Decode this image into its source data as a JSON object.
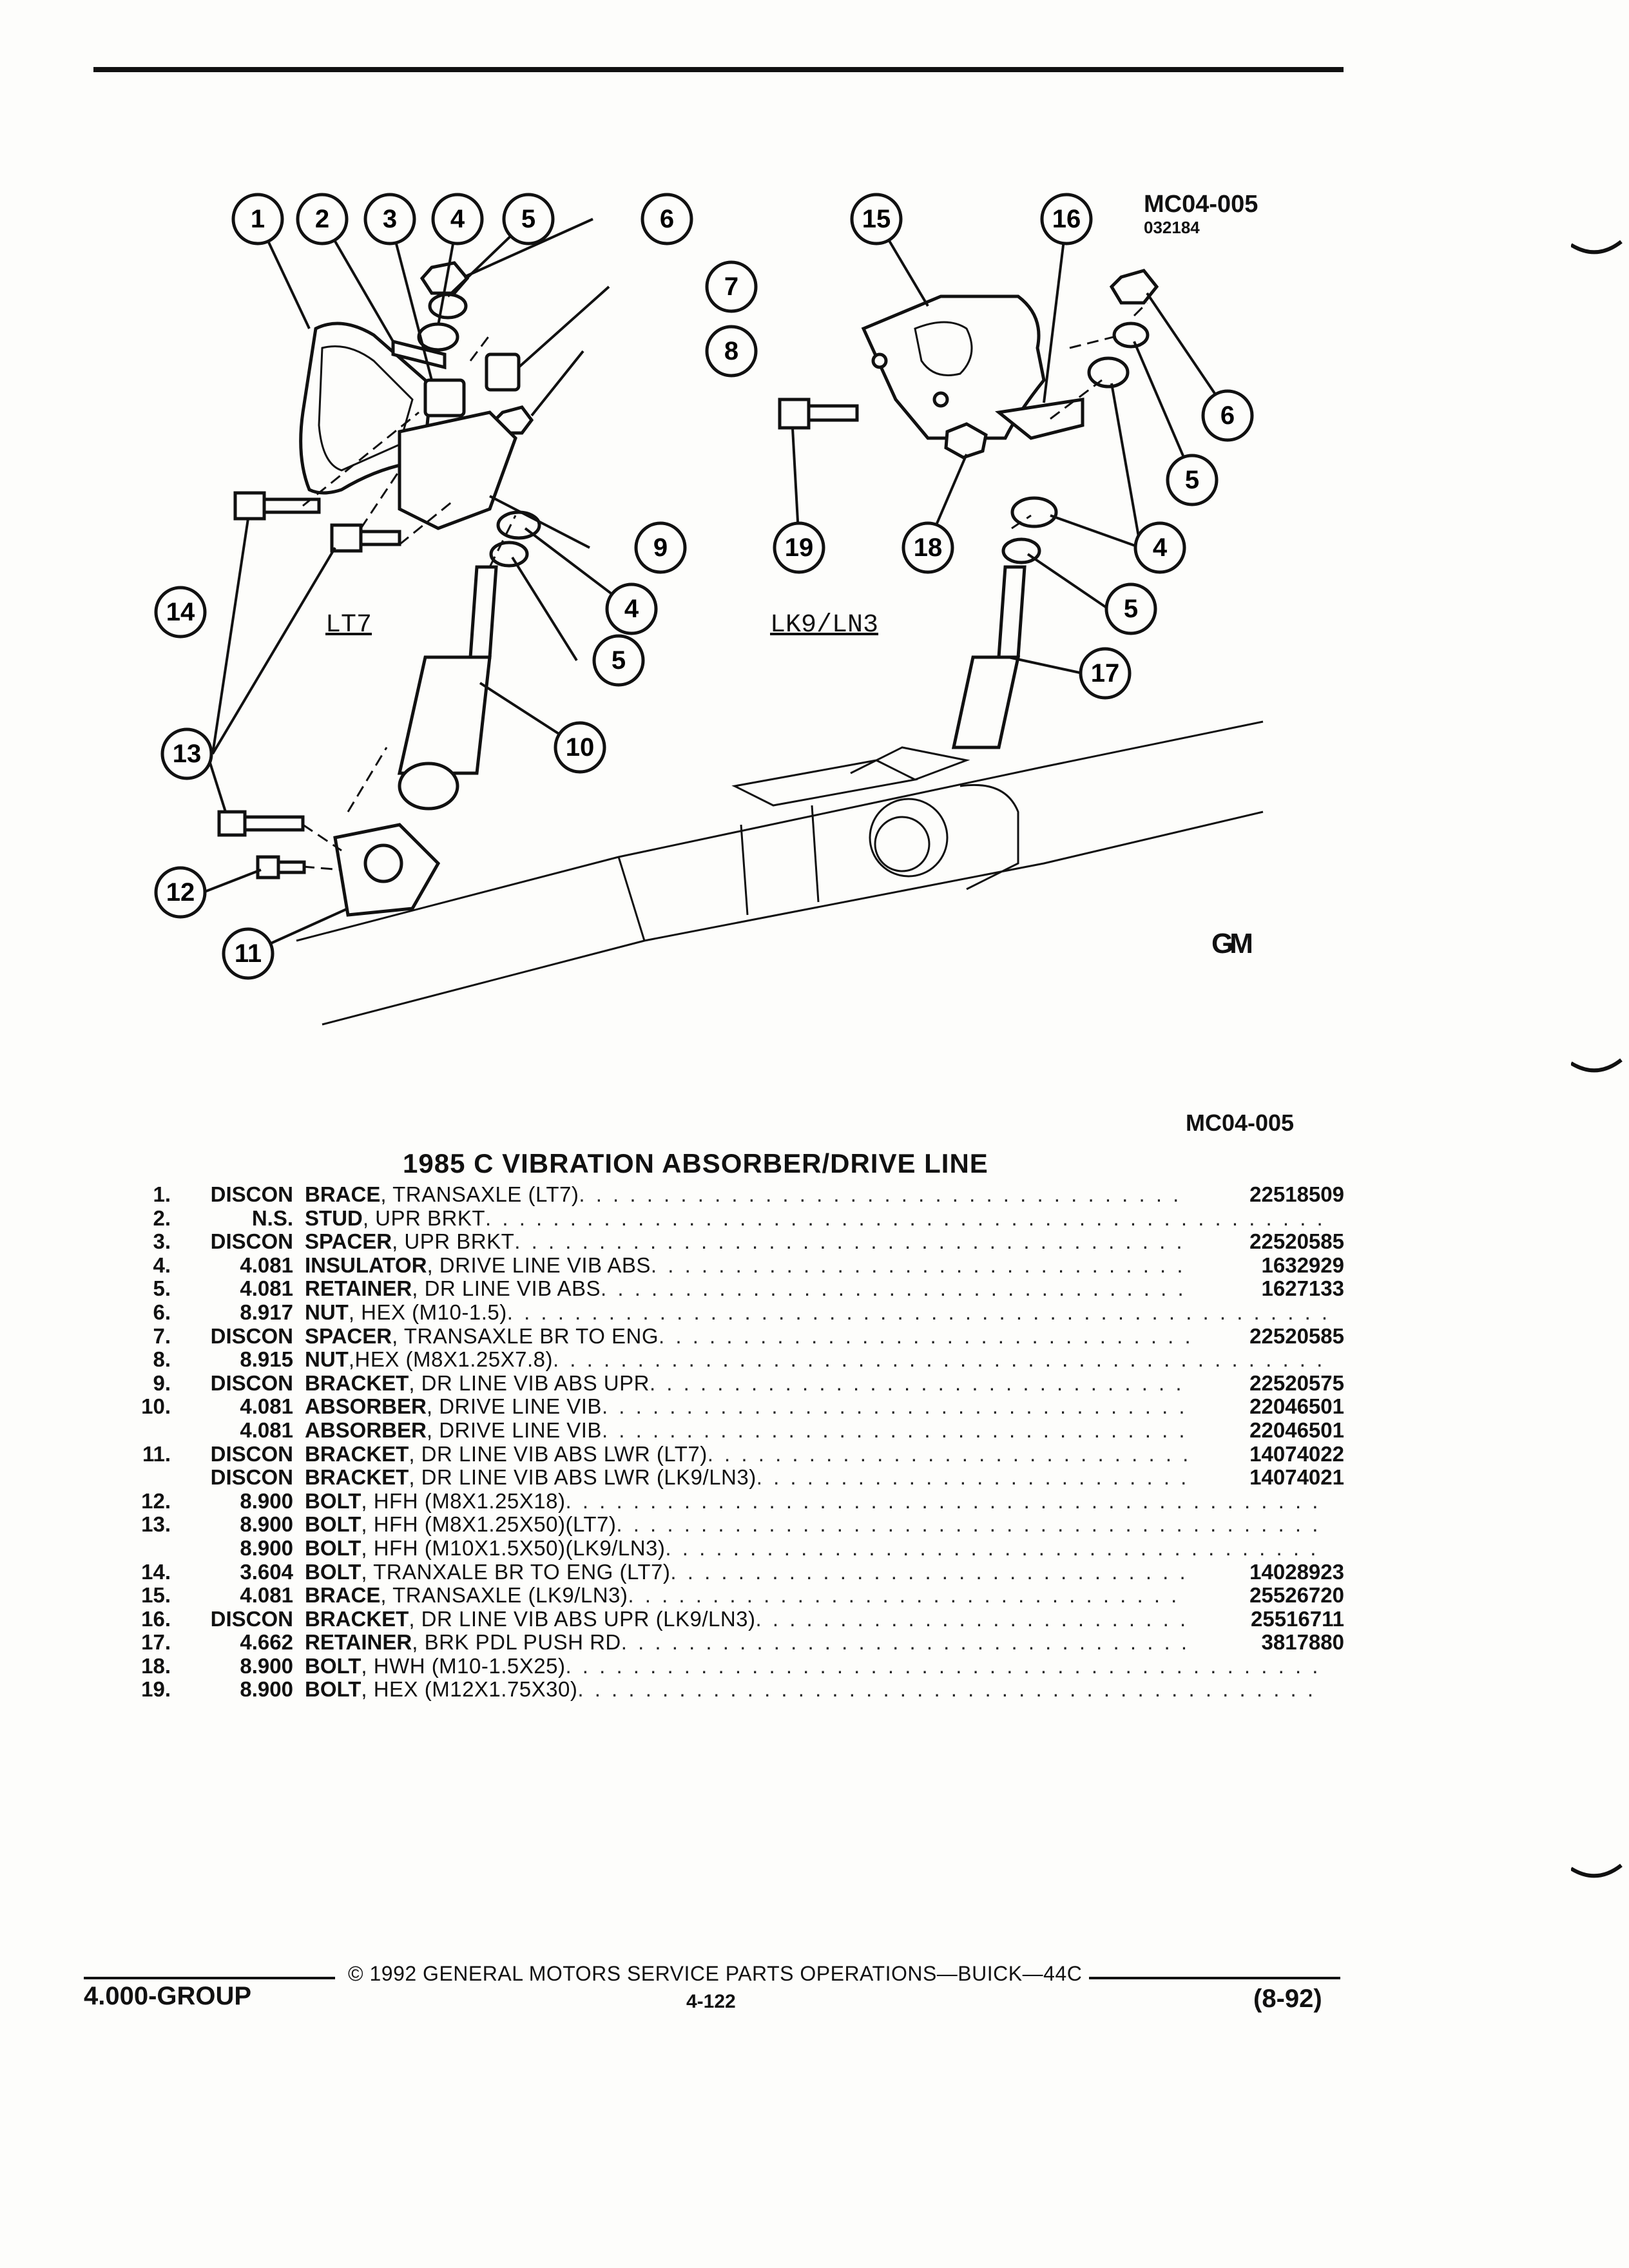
{
  "figure": {
    "code_top": "MC04-005",
    "code_sub": "032184",
    "code_bottom": "MC04-005",
    "logo": "GM",
    "label_lt7": "LT7",
    "label_lk9": "LK9/LN3",
    "callouts": [
      "1",
      "2",
      "3",
      "4",
      "5",
      "6",
      "7",
      "8",
      "9",
      "10",
      "11",
      "12",
      "13",
      "14",
      "15",
      "16",
      "17",
      "18",
      "19"
    ]
  },
  "title": "1985 C VIBRATION ABSORBER/DRIVE LINE",
  "parts": [
    {
      "idx": "1.",
      "code": "DISCON",
      "term": "BRACE",
      "rest": ", TRANSAXLE (LT7)",
      "part_no": "22518509"
    },
    {
      "idx": "2.",
      "code": "N.S.",
      "term": "STUD",
      "rest": ", UPR BRKT",
      "part_no": ""
    },
    {
      "idx": "3.",
      "code": "DISCON",
      "term": "SPACER",
      "rest": ", UPR BRKT",
      "part_no": "22520585"
    },
    {
      "idx": "4.",
      "code": "4.081",
      "term": "INSULATOR",
      "rest": ", DRIVE LINE VIB ABS",
      "part_no": "1632929"
    },
    {
      "idx": "5.",
      "code": "4.081",
      "term": "RETAINER",
      "rest": ", DR LINE VIB ABS",
      "part_no": "1627133"
    },
    {
      "idx": "6.",
      "code": "8.917",
      "term": "NUT",
      "rest": ", HEX (M10-1.5)",
      "part_no": ""
    },
    {
      "idx": "7.",
      "code": "DISCON",
      "term": "SPACER",
      "rest": ", TRANSAXLE BR TO ENG",
      "part_no": "22520585"
    },
    {
      "idx": "8.",
      "code": "8.915",
      "term": "NUT",
      "rest": ",HEX (M8X1.25X7.8)",
      "part_no": ""
    },
    {
      "idx": "9.",
      "code": "DISCON",
      "term": "BRACKET",
      "rest": ", DR LINE VIB ABS UPR",
      "part_no": "22520575"
    },
    {
      "idx": "10.",
      "code": "4.081",
      "term": "ABSORBER",
      "rest": ", DRIVE LINE VIB",
      "part_no": "22046501"
    },
    {
      "idx": "",
      "code": "4.081",
      "term": "ABSORBER",
      "rest": ", DRIVE LINE VIB",
      "part_no": "22046501"
    },
    {
      "idx": "11.",
      "code": "DISCON",
      "term": "BRACKET",
      "rest": ", DR LINE VIB ABS LWR (LT7)",
      "part_no": "14074022"
    },
    {
      "idx": "",
      "code": "DISCON",
      "term": "BRACKET",
      "rest": ", DR LINE VIB ABS LWR (LK9/LN3)",
      "part_no": "14074021"
    },
    {
      "idx": "12.",
      "code": "8.900",
      "term": "BOLT",
      "rest": ", HFH (M8X1.25X18)",
      "part_no": ""
    },
    {
      "idx": "13.",
      "code": "8.900",
      "term": "BOLT",
      "rest": ", HFH (M8X1.25X50)(LT7)",
      "part_no": ""
    },
    {
      "idx": "",
      "code": "8.900",
      "term": "BOLT",
      "rest": ", HFH (M10X1.5X50)(LK9/LN3)",
      "part_no": ""
    },
    {
      "idx": "14.",
      "code": "3.604",
      "term": "BOLT",
      "rest": ", TRANXALE BR TO ENG (LT7)",
      "part_no": "14028923"
    },
    {
      "idx": "15.",
      "code": "4.081",
      "term": "BRACE",
      "rest": ", TRANSAXLE (LK9/LN3)",
      "part_no": "25526720"
    },
    {
      "idx": "16.",
      "code": "DISCON",
      "term": "BRACKET",
      "rest": ", DR LINE VIB ABS UPR (LK9/LN3)",
      "part_no": "25516711"
    },
    {
      "idx": "17.",
      "code": "4.662",
      "term": "RETAINER",
      "rest": ", BRK PDL PUSH RD",
      "part_no": "3817880"
    },
    {
      "idx": "18.",
      "code": "8.900",
      "term": "BOLT",
      "rest": ", HWH (M10-1.5X25)",
      "part_no": ""
    },
    {
      "idx": "19.",
      "code": "8.900",
      "term": "BOLT",
      "rest": ", HEX (M12X1.75X30)",
      "part_no": ""
    }
  ],
  "leader_dots": ". . . . . . . . . . . . . . . . . . . . . . . . . . . . . . . . . . . . . . . . . . . . . . . . . . . . . . . . . . . . . . . . . . . . . . . . . . . . . . . . . . . . . . . . . . . . . . . . . . . . . . . . . . . . . . .",
  "footer": {
    "group": "4.000-GROUP",
    "copyright": "© 1992  GENERAL MOTORS SERVICE PARTS OPERATIONS—BUICK—44C",
    "page": "4-122",
    "date": "(8-92)"
  }
}
